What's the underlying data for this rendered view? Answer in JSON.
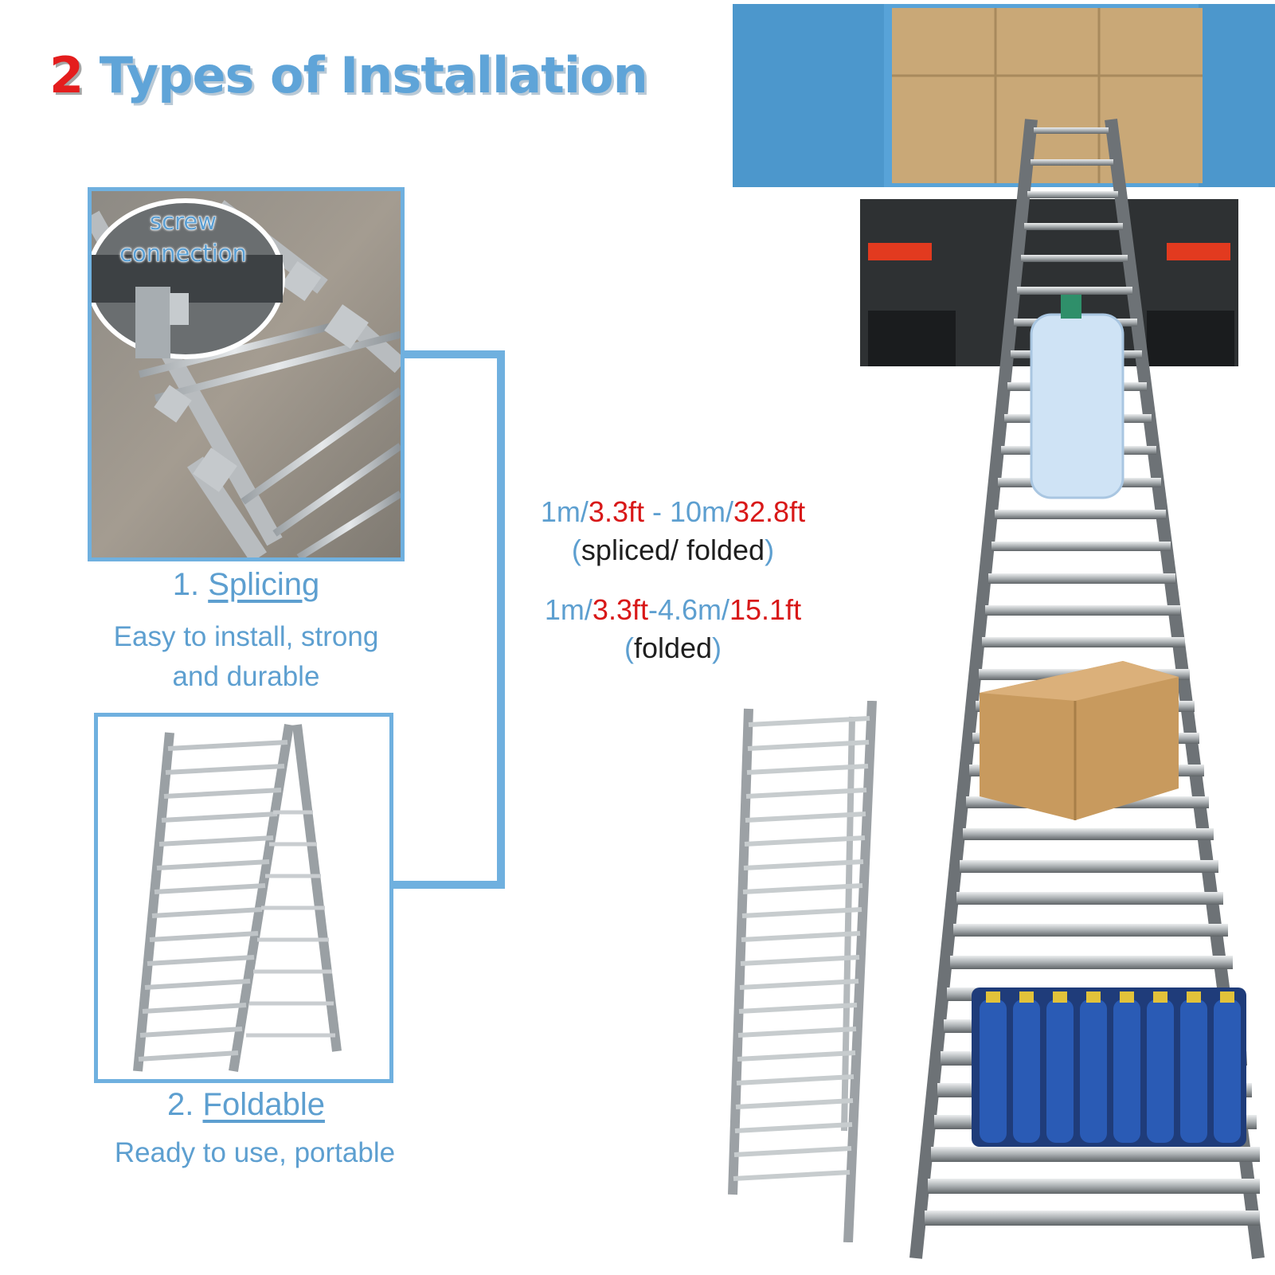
{
  "title": {
    "number": "2",
    "text": "Types of Installation"
  },
  "callout": {
    "line1": "screw",
    "line2": "connection"
  },
  "splicing": {
    "index": "1.",
    "name": "Splicing",
    "desc_line1": "Easy to install, strong",
    "desc_line2": "and durable"
  },
  "foldable": {
    "index": "2.",
    "name": "Foldable",
    "desc": "Ready to use, portable"
  },
  "spec1": {
    "a": "1m/",
    "b": "3.3ft",
    "c": " - 10m/",
    "d": "32.8ft",
    "p_open": "(",
    "note": "spliced/ folded",
    "p_close": ")"
  },
  "spec2": {
    "a": "1m/",
    "b": "3.3ft",
    "c": "-4.6m/",
    "d": "15.1ft",
    "p_open": "(",
    "note": "folded",
    "p_close": ")"
  },
  "colors": {
    "accent_blue": "#6fb0df",
    "red": "#d81818",
    "truck_blue": "#58a3d8"
  }
}
